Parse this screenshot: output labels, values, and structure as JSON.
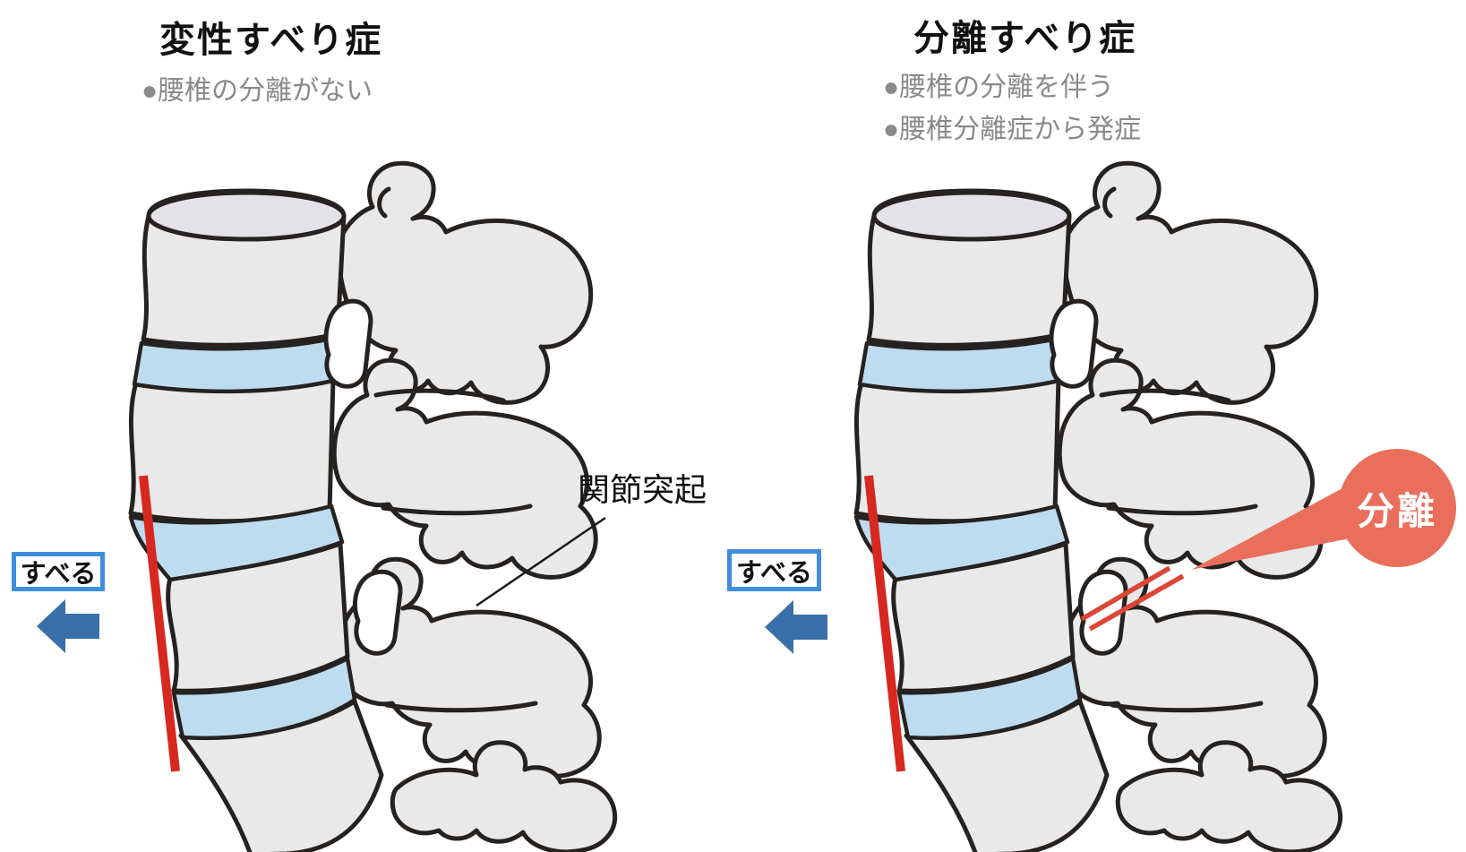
{
  "figure": {
    "left_panel": {
      "title": "変性すべり症",
      "bullets": [
        "●腰椎の分離がない"
      ],
      "slide_label": "すべる",
      "facet_label": "関節突起"
    },
    "right_panel": {
      "title": "分離すべり症",
      "bullets": [
        "●腰椎の分離を伴う",
        "●腰椎分離症から発症"
      ],
      "slide_label": "すべる",
      "separation_label": "分離"
    },
    "colors": {
      "bone_fill": "#e9e9e9",
      "bone_top_fill": "#e3e3e7",
      "outline": "#262220",
      "disc_fill": "#bedcf0",
      "slip_line_red": "#d7281f",
      "separation_line_red": "#dc4636",
      "separation_badge": "#e96f5c",
      "arrow_blue": "#3a70a9",
      "slide_box_border": "#3e8edd",
      "bullet_text_gray": "#8a8a8a",
      "title_text": "#111111"
    }
  }
}
